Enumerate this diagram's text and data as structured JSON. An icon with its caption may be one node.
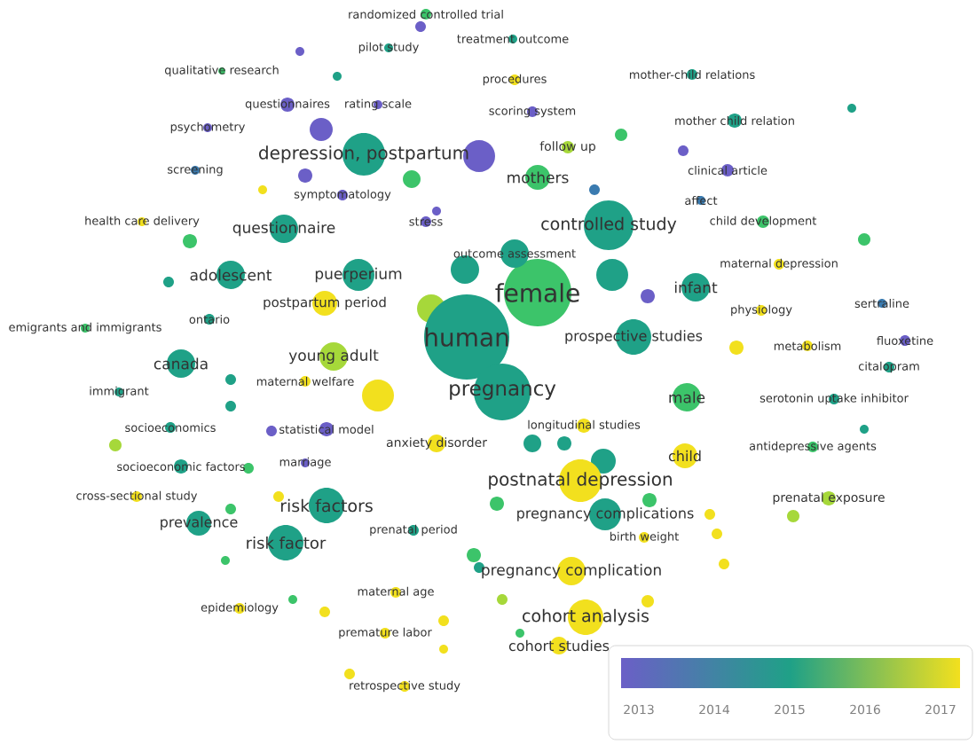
{
  "diagram": {
    "nodes": [
      {
        "text": [
          "randomized controlled trial"
        ]
      },
      {
        "text": [
          "treatment outcome"
        ]
      },
      {
        "text": [
          "pilot study"
        ]
      },
      {
        "text": [
          "qualitative research"
        ]
      },
      {
        "text": [
          "procedures"
        ]
      },
      {
        "text": [
          "mother-child relations"
        ]
      },
      {
        "text": [
          "questionnaires"
        ]
      },
      {
        "text": [
          "rating scale"
        ]
      },
      {
        "text": [
          "scoring system"
        ]
      },
      {
        "text": [
          "psychometry"
        ]
      },
      {
        "text": [
          "mother child relation"
        ]
      },
      {
        "text": [
          "follow up"
        ]
      },
      {
        "text": [
          "depression, postpartum"
        ]
      },
      {
        "text": [
          "screening"
        ]
      },
      {
        "text": [
          "mothers"
        ]
      },
      {
        "text": [
          "clinical article"
        ]
      },
      {
        "text": [
          "symptomatology"
        ]
      },
      {
        "text": [
          "affect"
        ]
      },
      {
        "text": [
          "health care delivery"
        ]
      },
      {
        "text": [
          "questionnaire"
        ]
      },
      {
        "text": [
          "stress"
        ]
      },
      {
        "text": [
          "controlled study"
        ]
      },
      {
        "text": [
          "child development"
        ]
      },
      {
        "text": [
          "outcome assessment"
        ]
      },
      {
        "text": [
          "maternal depression"
        ]
      },
      {
        "text": [
          "adolescent"
        ]
      },
      {
        "text": [
          "puerperium"
        ]
      },
      {
        "text": [
          "female"
        ]
      },
      {
        "text": [
          "infant"
        ]
      },
      {
        "text": [
          "physiology"
        ]
      },
      {
        "text": [
          "sertraline"
        ]
      },
      {
        "text": [
          "emigrants and immigrants"
        ]
      },
      {
        "text": [
          "ontario"
        ]
      },
      {
        "text": [
          "postpartum period"
        ]
      },
      {
        "text": [
          "human"
        ]
      },
      {
        "text": [
          "prospective studies"
        ]
      },
      {
        "text": [
          "fluoxetine"
        ]
      },
      {
        "text": [
          "metabolism"
        ]
      },
      {
        "text": [
          "citalopram"
        ]
      },
      {
        "text": [
          "young adult"
        ]
      },
      {
        "text": [
          "canada"
        ]
      },
      {
        "text": [
          "immigrant"
        ]
      },
      {
        "text": [
          "maternal welfare"
        ]
      },
      {
        "text": [
          "pregnancy"
        ]
      },
      {
        "text": [
          "male"
        ]
      },
      {
        "text": [
          "serotonin uptake inhibitor"
        ]
      },
      {
        "text": [
          "socioeconomics"
        ]
      },
      {
        "text": [
          "statistical model"
        ]
      },
      {
        "text": [
          "longitudinal studies"
        ]
      },
      {
        "text": [
          "anxiety disorder"
        ]
      },
      {
        "text": [
          "antidepressive agents"
        ]
      },
      {
        "text": [
          "child"
        ]
      },
      {
        "text": [
          "socioeconomic factors"
        ]
      },
      {
        "text": [
          "marriage"
        ]
      },
      {
        "text": [
          "postnatal depression"
        ]
      },
      {
        "text": [
          "cross-sectional study"
        ]
      },
      {
        "text": [
          "risk factors"
        ]
      },
      {
        "text": [
          "prenatal exposure"
        ]
      },
      {
        "text": [
          "prevalence"
        ]
      },
      {
        "text": [
          "pregnancy complications"
        ]
      },
      {
        "text": [
          "prenatal period"
        ]
      },
      {
        "text": [
          "risk factor"
        ]
      },
      {
        "text": [
          "birth weight"
        ]
      },
      {
        "text": [
          "pregnancy complication"
        ]
      },
      {
        "text": [
          "maternal age"
        ]
      },
      {
        "text": [
          "cohort analysis"
        ]
      },
      {
        "text": [
          "epidemiology"
        ]
      },
      {
        "text": [
          "premature labor"
        ]
      },
      {
        "text": [
          "cohort studies"
        ]
      },
      {
        "text": [
          "retrospective study"
        ]
      },
      {
        "text": [],
        "shape": "circle"
      },
      {
        "text": [],
        "shape": "circle"
      },
      {
        "text": [],
        "shape": "circle"
      },
      {
        "text": [],
        "shape": "circle"
      },
      {
        "text": [],
        "shape": "circle"
      },
      {
        "text": [],
        "shape": "circle"
      },
      {
        "text": [],
        "shape": "circle"
      },
      {
        "text": [],
        "shape": "circle"
      },
      {
        "text": [],
        "shape": "circle"
      },
      {
        "text": [],
        "shape": "circle"
      },
      {
        "text": [],
        "shape": "circle"
      },
      {
        "text": [],
        "shape": "circle"
      },
      {
        "text": [],
        "shape": "circle"
      },
      {
        "text": [],
        "shape": "circle"
      },
      {
        "text": [],
        "shape": "circle"
      },
      {
        "text": [],
        "shape": "circle"
      },
      {
        "text": [],
        "shape": "circle"
      },
      {
        "text": [],
        "shape": "circle"
      },
      {
        "text": [],
        "shape": "circle"
      },
      {
        "text": [],
        "shape": "circle"
      },
      {
        "text": [],
        "shape": "circle"
      },
      {
        "text": [],
        "shape": "circle"
      },
      {
        "text": [],
        "shape": "circle"
      },
      {
        "text": [],
        "shape": "circle"
      },
      {
        "text": [],
        "shape": "circle"
      },
      {
        "text": [],
        "shape": "circle"
      },
      {
        "text": [],
        "shape": "circle"
      },
      {
        "text": [],
        "shape": "circle"
      },
      {
        "text": [],
        "shape": "circle"
      },
      {
        "text": [],
        "shape": "circle"
      },
      {
        "text": [],
        "shape": "circle"
      },
      {
        "text": [],
        "shape": "circle"
      },
      {
        "text": [],
        "shape": "circle"
      },
      {
        "text": [],
        "shape": "circle"
      },
      {
        "text": [],
        "shape": "circle"
      },
      {
        "text": [],
        "shape": "circle"
      },
      {
        "text": [],
        "shape": "circle"
      },
      {
        "text": [],
        "shape": "circle"
      },
      {
        "text": [],
        "shape": "circle"
      },
      {
        "text": [],
        "shape": "circle"
      },
      {
        "text": [],
        "shape": "circle"
      },
      {
        "text": [],
        "shape": "circle"
      },
      {
        "text": [],
        "shape": "circle"
      },
      {
        "text": [],
        "shape": "circle"
      },
      {
        "text": [],
        "shape": "circle"
      },
      {
        "text": [],
        "shape": "circle"
      },
      {
        "text": [],
        "shape": "circle"
      },
      {
        "text": [],
        "shape": "circle"
      },
      {
        "text": [],
        "shape": "circle"
      },
      {
        "text": [],
        "shape": "circle"
      }
    ],
    "labels": [
      "2013",
      "2014",
      "2015",
      "2016",
      "2017"
    ]
  }
}
